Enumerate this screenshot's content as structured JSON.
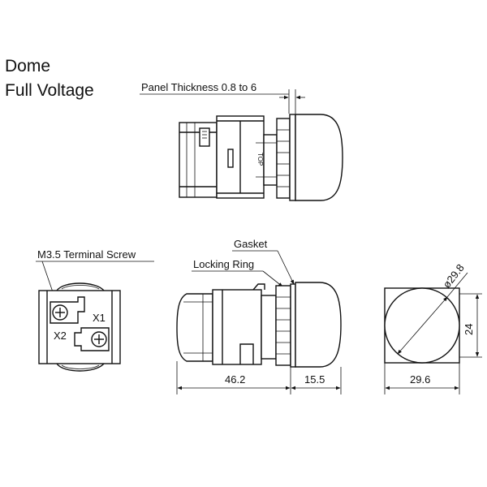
{
  "title": {
    "line1": "Dome",
    "line2": "Full Voltage"
  },
  "labels": {
    "panel_thickness": "Panel Thickness 0.8 to 6",
    "terminal_screw": "M3.5 Terminal Screw",
    "gasket": "Gasket",
    "locking_ring": "Locking Ring",
    "top_mark": "TOP",
    "x1": "X1",
    "x2": "X2"
  },
  "dimensions": {
    "body_length": "46.2",
    "dome_length": "15.5",
    "width": "29.6",
    "height": "24",
    "diameter": "ø29.8"
  }
}
